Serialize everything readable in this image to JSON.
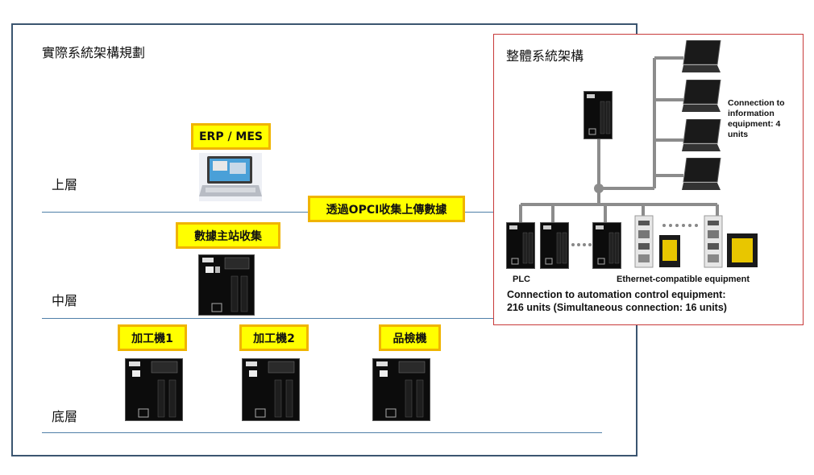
{
  "left": {
    "title": "實際系統架構規劃",
    "layers": {
      "upper": "上層",
      "middle": "中層",
      "lower": "底層"
    },
    "boxes": {
      "erp": "ERP / MES",
      "data_master": "數據主站收集",
      "opc": "透過OPCI收集上傳數據",
      "machine1": "加工機1",
      "machine2": "加工機2",
      "inspection": "品檢機"
    }
  },
  "right": {
    "title": "整體系統架構",
    "info_caption": "Connection to information equipment: 4 units",
    "plc_label": "PLC",
    "ethernet_label": "Ethernet-compatible equipment",
    "automation_line1": "Connection to automation control equipment:",
    "automation_line2": "216 units (Simultaneous connection: 16 units)"
  },
  "colors": {
    "highlight_fill": "#ffff00",
    "highlight_border": "#f0b400",
    "frame_border": "#3b5570",
    "panel_border": "#c83a3a",
    "network_line": "#8c8c8c"
  }
}
